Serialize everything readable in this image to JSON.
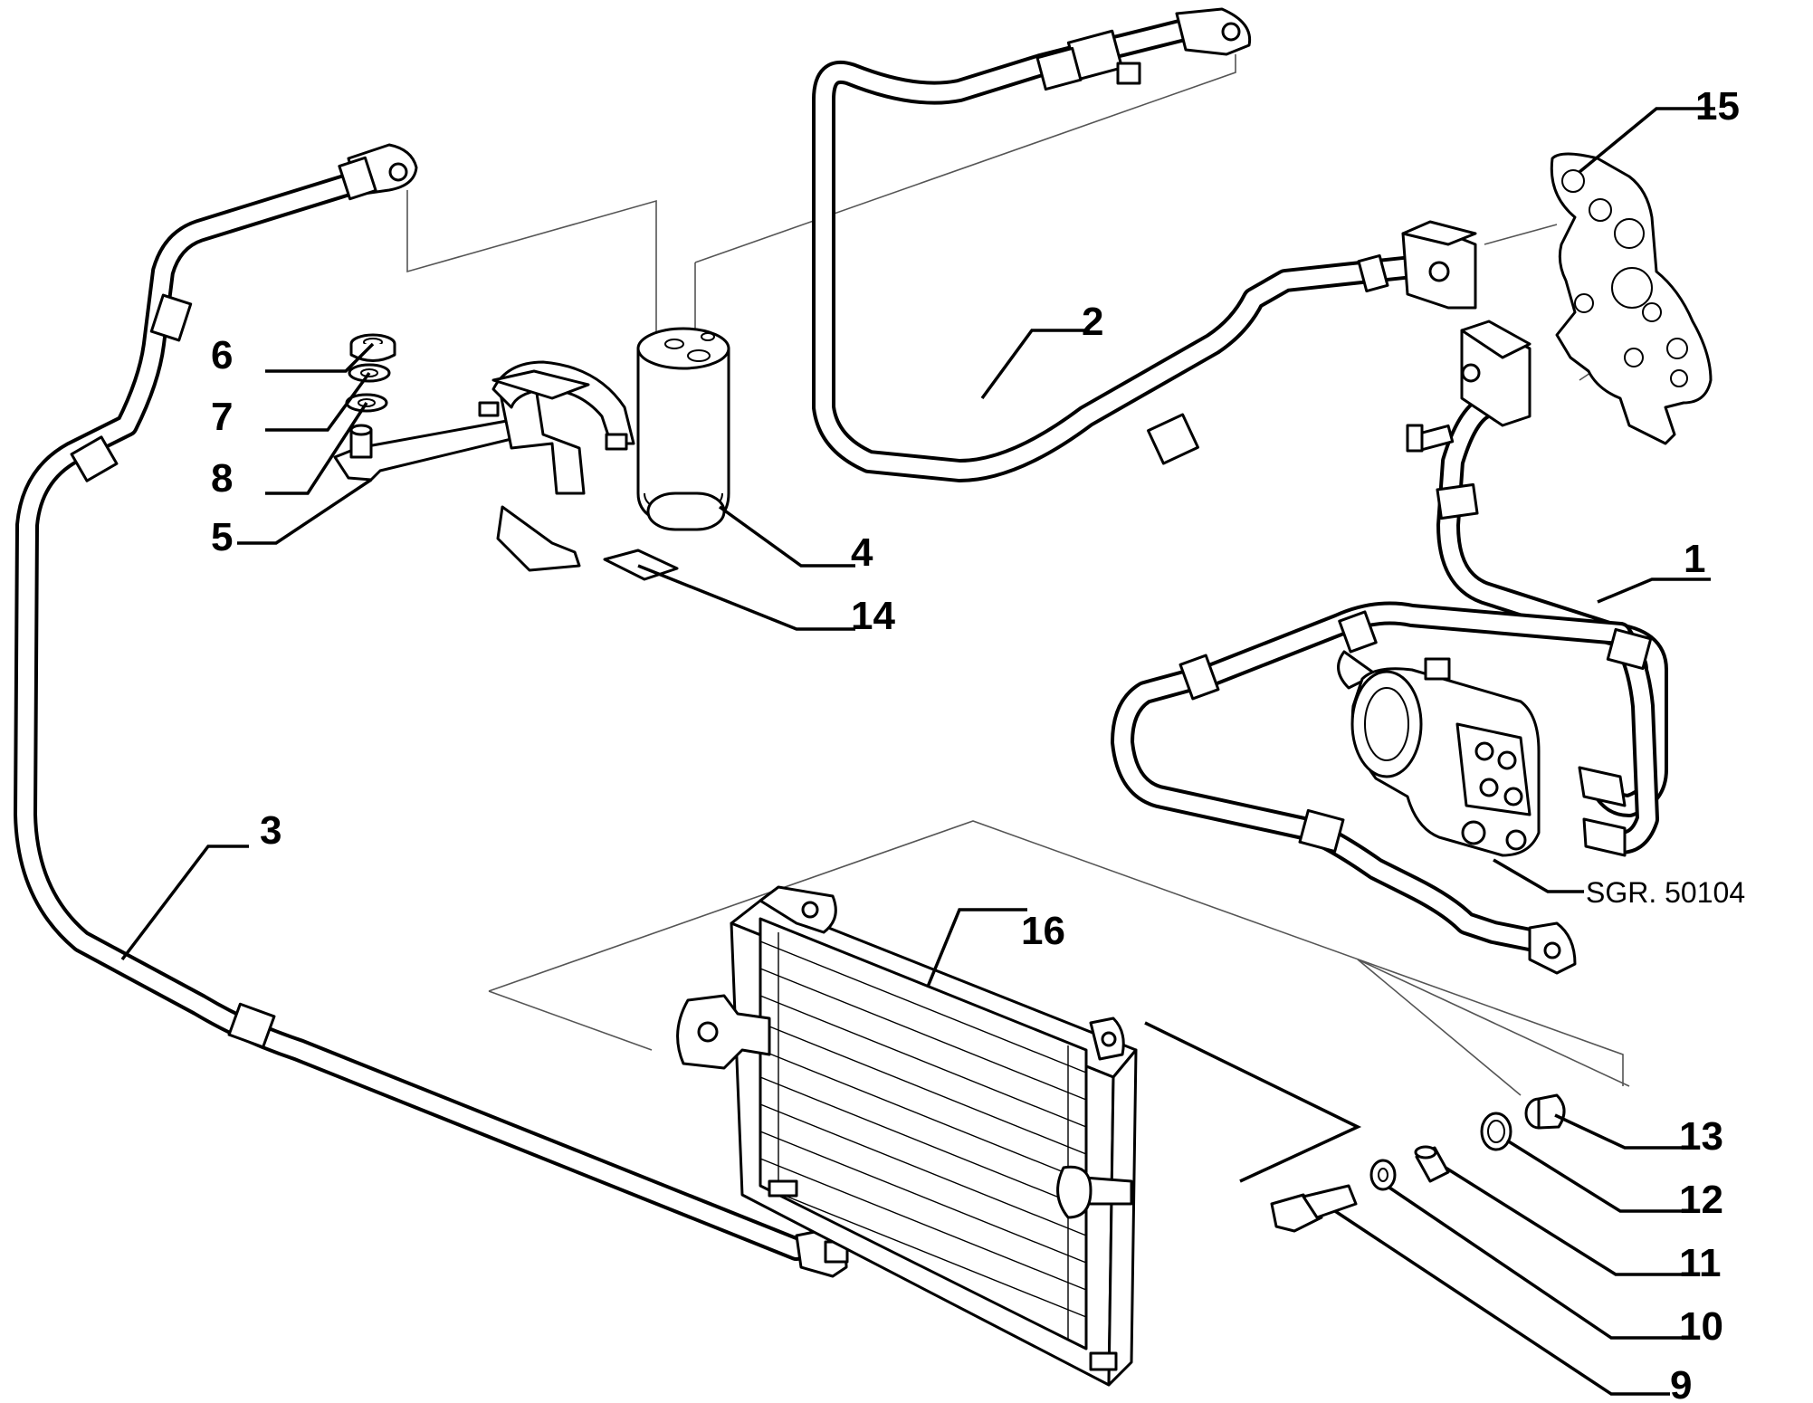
{
  "diagram": {
    "reference": "SGR. 50104",
    "callouts": [
      {
        "id": "1",
        "label": "1"
      },
      {
        "id": "2",
        "label": "2"
      },
      {
        "id": "3",
        "label": "3"
      },
      {
        "id": "4",
        "label": "4"
      },
      {
        "id": "5",
        "label": "5"
      },
      {
        "id": "6",
        "label": "6"
      },
      {
        "id": "7",
        "label": "7"
      },
      {
        "id": "8",
        "label": "8"
      },
      {
        "id": "9",
        "label": "9"
      },
      {
        "id": "10",
        "label": "10"
      },
      {
        "id": "11",
        "label": "11"
      },
      {
        "id": "12",
        "label": "12"
      },
      {
        "id": "13",
        "label": "13"
      },
      {
        "id": "14",
        "label": "14"
      },
      {
        "id": "15",
        "label": "15"
      },
      {
        "id": "16",
        "label": "16"
      }
    ]
  }
}
